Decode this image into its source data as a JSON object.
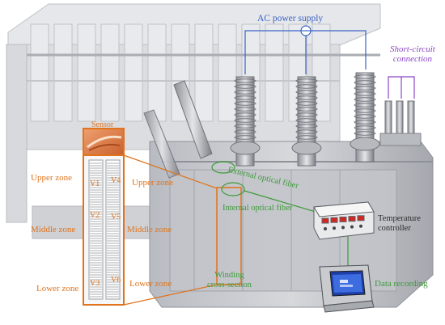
{
  "labels": {
    "ac_power_supply": "AC power supply",
    "short_circuit_line1": "Short-circuit",
    "short_circuit_line2": "connection",
    "sensor": "Sensor",
    "external_fiber": "External optical fiber",
    "internal_fiber": "Internal optical fiber",
    "temperature_line1": "Temperature",
    "temperature_line2": "controller",
    "data_recording": "Data recording",
    "winding_line1": "Winding",
    "winding_line2": "cross-section"
  },
  "zones": {
    "upper_left": "Upper zone",
    "upper_right": "Upper zone",
    "middle_left": "Middle zone",
    "middle_right": "Middle zone",
    "lower_left": "Lower zone",
    "lower_right": "Lower zone"
  },
  "sensor_points": [
    "V1",
    "V2",
    "V3",
    "V4",
    "V5",
    "V6"
  ],
  "colors": {
    "orange": "#e0731c",
    "blue": "#3a63c6",
    "purple": "#8c46c8",
    "green": "#3f9a3a",
    "equipment_gray": "#b9bcc2"
  }
}
